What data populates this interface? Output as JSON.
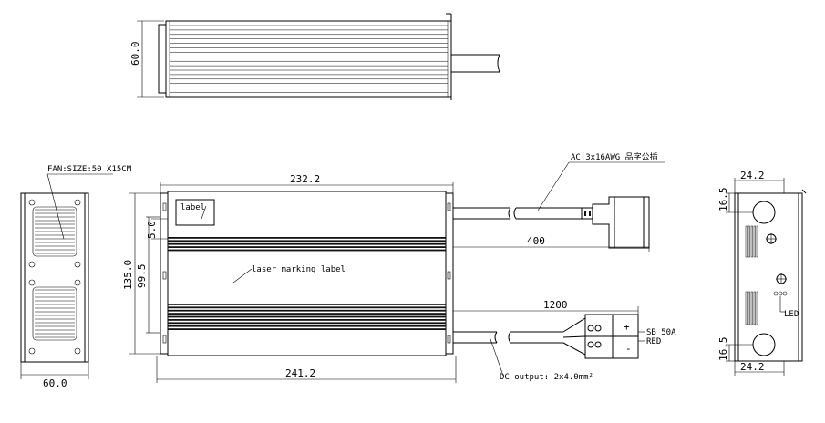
{
  "dimensions": {
    "side_height": "60.0",
    "total_height": "135.0",
    "inner_height": "99.5",
    "label_offset": "5.0",
    "top_width": "232.2",
    "bottom_width": "241.2",
    "fan_width": "60.0",
    "ac_cable_length": "400",
    "dc_cable_length": "1200",
    "right_top_width": "24.2",
    "right_bottom_width": "24.2",
    "right_top_offset": "16.5",
    "right_bottom_offset": "16.5"
  },
  "labels": {
    "fan": "FAN:SIZE:50 X15CM",
    "ac": "AC:3x16AWG 品字公插",
    "label_box": "label",
    "laser": "laser marking label",
    "sb": "SB 50A",
    "red": "RED",
    "plus": "+",
    "minus": "-",
    "dc_output": "DC output: 2x4.0mm²",
    "led": "LED"
  }
}
